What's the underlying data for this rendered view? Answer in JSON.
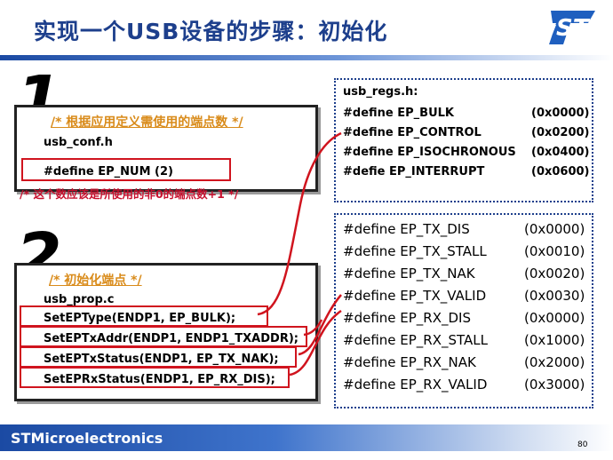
{
  "slide": {
    "title": "实现一个USB设备的步骤：初始化",
    "page_number": "80",
    "footer_brand": "STMicroelectronics",
    "logo": "st-logo-icon"
  },
  "step1": {
    "number": "1",
    "comment": "/* 根据应用定义需使用的端点数 */",
    "file": "usb_conf.h",
    "define_line": "#define EP_NUM     (2)",
    "note": "/* 这个数应该是所使用的非0的端点数+1 */"
  },
  "step2": {
    "number": "2",
    "comment": "/* 初始化端点 */",
    "file": "usb_prop.c",
    "calls": [
      "SetEPType(ENDP1, EP_BULK);",
      "SetEPTxAddr(ENDP1, ENDP1_TXADDR);",
      "SetEPTxStatus(ENDP1, EP_TX_NAK);",
      "SetEPRxStatus(ENDP1, EP_RX_DIS);"
    ]
  },
  "usb_regs": {
    "header": "usb_regs.h:",
    "rows": [
      {
        "name": "#define EP_BULK",
        "value": "(0x0000)"
      },
      {
        "name": "#define EP_CONTROL",
        "value": "(0x0200)"
      },
      {
        "name": "#define EP_ISOCHRONOUS",
        "value": "(0x0400)"
      },
      {
        "name": "#defie   EP_INTERRUPT",
        "value": "(0x0600)"
      }
    ]
  },
  "ep_status": {
    "rows": [
      {
        "name": "#define EP_TX_DIS",
        "value": "(0x0000)"
      },
      {
        "name": "#define EP_TX_STALL",
        "value": "(0x0010)"
      },
      {
        "name": "#define EP_TX_NAK",
        "value": "(0x0020)"
      },
      {
        "name": "#define EP_TX_VALID",
        "value": "(0x0030)"
      },
      {
        "name": "#define EP_RX_DIS",
        "value": "(0x0000)"
      },
      {
        "name": "#define EP_RX_STALL",
        "value": "(0x1000)"
      },
      {
        "name": "#define EP_RX_NAK",
        "value": "(0x2000)"
      },
      {
        "name": "#define EP_RX_VALID",
        "value": "(0x3000)"
      }
    ]
  },
  "colors": {
    "title": "#1d3f8c",
    "highlight": "#d0141e",
    "comment": "#d98b1a",
    "note": "#c8102e",
    "footer": "#1b4aa3"
  }
}
